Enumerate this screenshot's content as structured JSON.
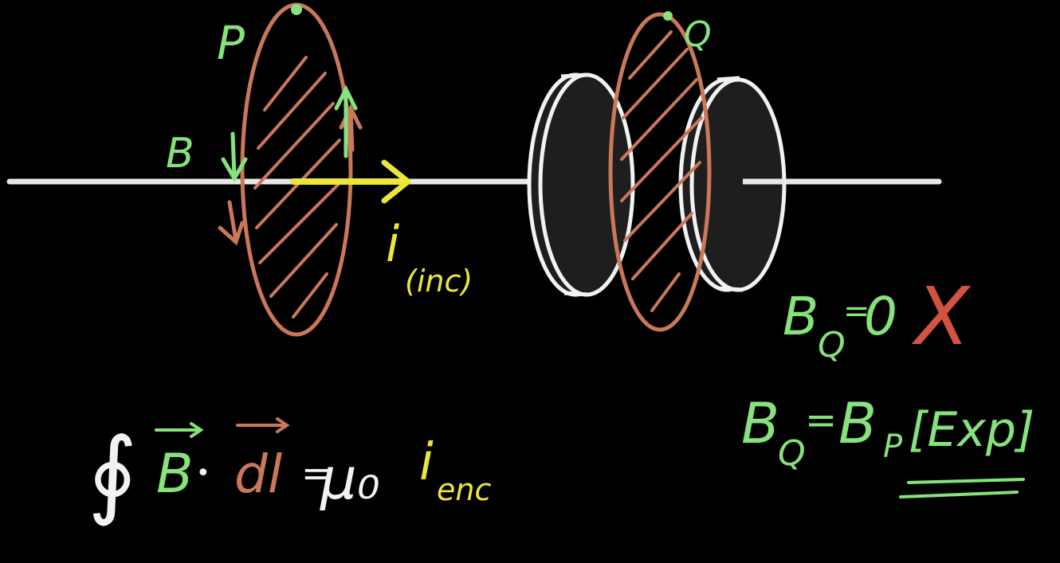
{
  "colors": {
    "background": "#000000",
    "wire": "#e8e8e8",
    "loop": "#c9785a",
    "green": "#86e27a",
    "yellow": "#ece63a",
    "red": "#d2533f",
    "plate_fill": "#1e1e1e",
    "plate_edge": "#f2f2f2"
  },
  "labels": {
    "point_p": "P",
    "point_q": "Q",
    "field_b": "B",
    "current_i": "i",
    "current_sub": "(inc)"
  },
  "law": {
    "oint": "∮",
    "b_vec": "B",
    "dot": "•",
    "dl": "dl",
    "equals": "=",
    "mu0": "μ₀",
    "i": "i",
    "i_sub": "enc"
  },
  "claims": {
    "claim1": {
      "b": "B",
      "sub": "Q",
      "equals": "=",
      "value": "0",
      "mark": "X"
    },
    "claim2": {
      "b": "B",
      "sub": "Q",
      "equals": "=",
      "rhs_b": "B",
      "rhs_sub": "P",
      "bracket": "[Exp]"
    }
  }
}
